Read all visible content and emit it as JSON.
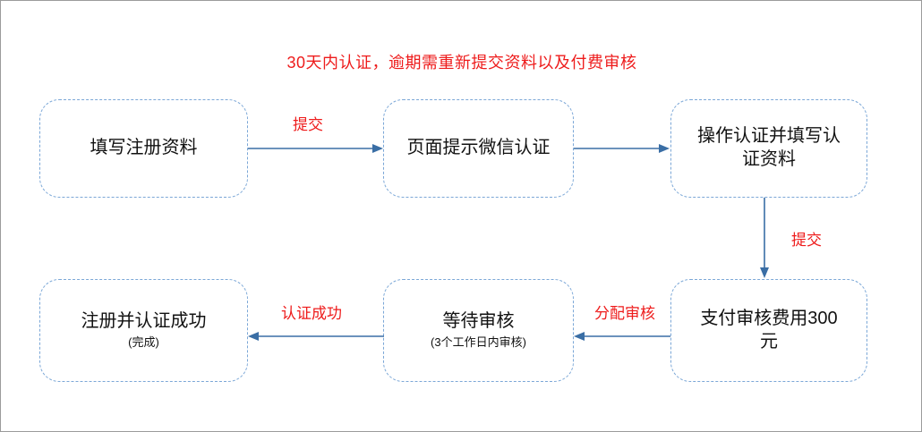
{
  "diagram": {
    "title": "30天内认证，逾期需重新提交资料以及付费审核",
    "colors": {
      "title_red": "#ee1c1c",
      "label_red": "#ee1c1c",
      "node_border_blue": "#7ba7d7",
      "arrow_blue": "#3a6ea5",
      "canvas_border": "#9b9b9b",
      "background": "#ffffff"
    },
    "nodes": [
      {
        "id": "register",
        "main": "填写注册资料",
        "sub": ""
      },
      {
        "id": "wechat_tip",
        "main": "页面提示微信认证",
        "sub": ""
      },
      {
        "id": "verify",
        "main": "操作认证并填写认\n证资料",
        "sub": ""
      },
      {
        "id": "pay",
        "main": "支付审核费用300\n元",
        "sub": ""
      },
      {
        "id": "waiting",
        "main": "等待审核",
        "sub": "(3个工作日内审核)"
      },
      {
        "id": "done",
        "main": "注册并认证成功",
        "sub": "(完成)"
      }
    ],
    "edges": [
      {
        "id": "e1",
        "label": "提交",
        "from": "register",
        "to": "wechat_tip",
        "direction": "right"
      },
      {
        "id": "e2",
        "label": "",
        "from": "wechat_tip",
        "to": "verify",
        "direction": "right"
      },
      {
        "id": "e3",
        "label": "提交",
        "from": "verify",
        "to": "pay",
        "direction": "down"
      },
      {
        "id": "e4",
        "label": "分配审核",
        "from": "pay",
        "to": "waiting",
        "direction": "left"
      },
      {
        "id": "e5",
        "label": "认证成功",
        "from": "waiting",
        "to": "done",
        "direction": "left"
      }
    ]
  }
}
